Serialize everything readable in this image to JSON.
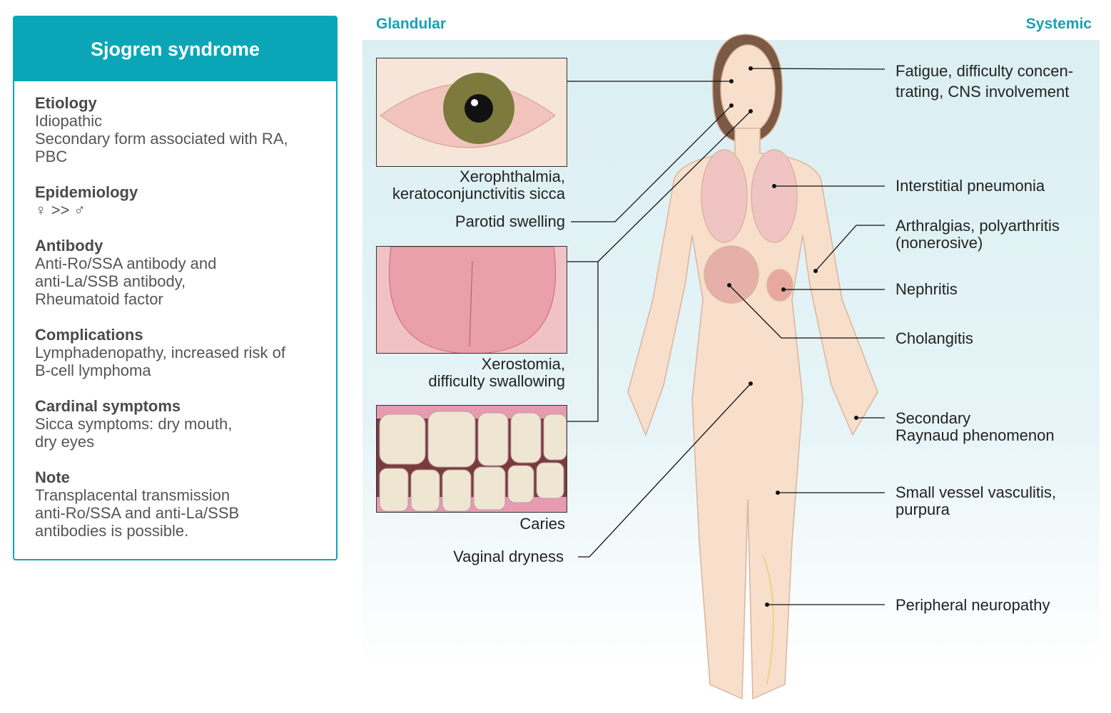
{
  "card": {
    "title": "Sjogren syndrome",
    "sections": [
      {
        "heading": "Etiology",
        "text": "Idiopathic\nSecondary form associated with RA,\nPBC"
      },
      {
        "heading": "Epidemiology",
        "text": "♀ >> ♂"
      },
      {
        "heading": "Antibody",
        "text": "Anti-Ro/SSA antibody and\nanti-La/SSB antibody,\nRheumatoid factor"
      },
      {
        "heading": "Complications",
        "text": "Lymphadenopathy, increased risk of\nB-cell lymphoma"
      },
      {
        "heading": "Cardinal symptoms",
        "text": "Sicca symptoms: dry mouth,\ndry eyes"
      },
      {
        "heading": "Note",
        "text": "Transplacental transmission\nanti-Ro/SSA and anti-La/SSB\nantibodies is possible."
      }
    ]
  },
  "headers": {
    "glandular": "Glandular",
    "systemic": "Systemic"
  },
  "glandular": {
    "eye": "Xerophthalmia,\nkeratoconjunctivitis sicca",
    "parotid": "Parotid swelling",
    "mouth": "Xerostomia,\ndifficulty swallowing",
    "caries": "Caries",
    "vaginal": "Vaginal dryness"
  },
  "systemic": {
    "fatigue": "Fatigue, difficulty concen-\ntrating, CNS involvement",
    "lung": "Interstitial pneumonia",
    "joint": "Arthralgias, polyarthritis\n(nonerosive)",
    "kidney": "Nephritis",
    "liver": "Cholangitis",
    "raynaud": "Secondary\nRaynaud phenomenon",
    "vasculitis": "Small vessel vasculitis,\npurpura",
    "neuro": "Peripheral neuropathy"
  },
  "colors": {
    "accent": "#0aa6b8",
    "skin": "#f8dfcc"
  }
}
